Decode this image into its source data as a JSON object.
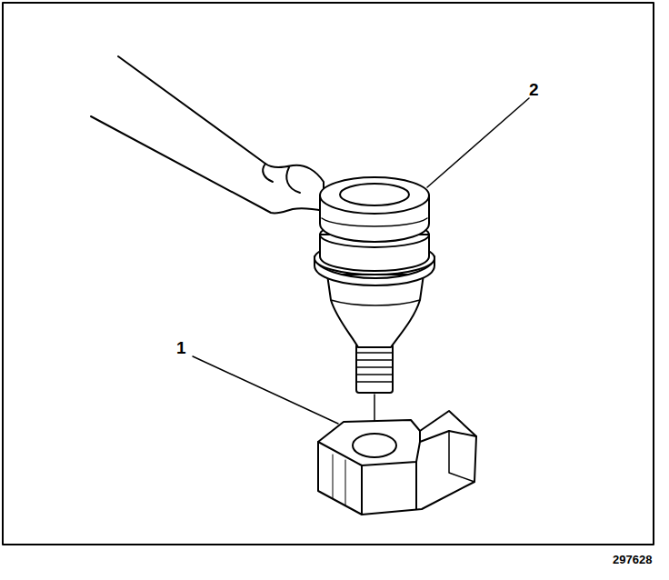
{
  "diagram": {
    "labels": [
      "1",
      "2",
      "297628"
    ]
  }
}
